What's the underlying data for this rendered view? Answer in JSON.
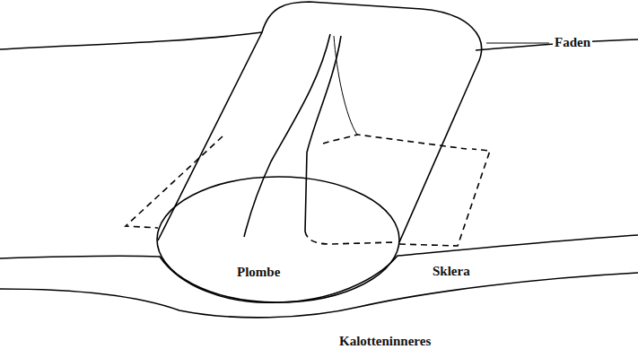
{
  "diagram": {
    "labels": [
      "Faden",
      "Plombe",
      "Sklera",
      "Kalotteninneres"
    ]
  }
}
